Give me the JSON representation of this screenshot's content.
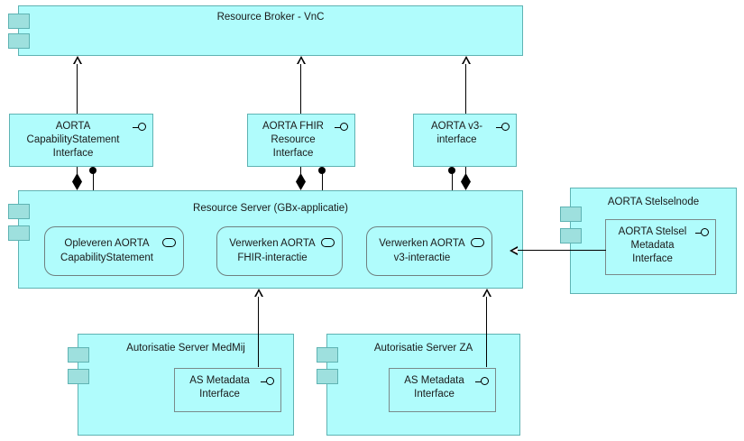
{
  "diagram": {
    "title_text": "",
    "colors": {
      "component_fill": "#b0fcfc",
      "component_border": "#5fb3b3",
      "tab_fill": "#9ee0de",
      "line": "#000000",
      "nested_border": "#7a8a8a"
    }
  },
  "components": {
    "resource_broker": {
      "label": "Resource Broker - VnC"
    },
    "resource_server": {
      "label": "Resource Server (GBx-applicatie)"
    },
    "aorta_stelselnode": {
      "label": "AORTA Stelselnode"
    },
    "autorisatie_server_medmij": {
      "label": "Autorisatie Server MedMij"
    },
    "autorisatie_server_za": {
      "label": "Autorisatie Server ZA"
    }
  },
  "interfaces": {
    "capabilitystatement": {
      "label": "AORTA\nCapabilityStatement\nInterface",
      "icon": "provided-interface-lollipop-icon"
    },
    "fhir_resource": {
      "label": "AORTA FHIR\nResource\nInterface",
      "icon": "provided-interface-lollipop-icon"
    },
    "v3": {
      "label": "AORTA v3-\ninterface",
      "icon": "provided-interface-lollipop-icon"
    },
    "stelsel_metadata": {
      "label": "AORTA Stelsel\nMetadata\nInterface",
      "icon": "provided-interface-lollipop-icon"
    },
    "as_metadata_medmij": {
      "label": "AS Metadata\nInterface",
      "icon": "provided-interface-lollipop-icon"
    },
    "as_metadata_za": {
      "label": "AS Metadata\nInterface",
      "icon": "provided-interface-lollipop-icon"
    }
  },
  "services": {
    "opleveren_capabilitystatement": {
      "label": "Opleveren AORTA\nCapabilityStatement",
      "icon": "service-rounded-rect-icon"
    },
    "verwerken_fhir": {
      "label": "Verwerken AORTA\nFHIR-interactie",
      "icon": "service-rounded-rect-icon"
    },
    "verwerken_v3": {
      "label": "Verwerken AORTA\nv3-interactie",
      "icon": "service-rounded-rect-icon"
    }
  },
  "connectors": [
    {
      "name": "capabilitystatement-to-broker",
      "type": "usage-arrow-up"
    },
    {
      "name": "fhir-interface-to-broker",
      "type": "usage-arrow-up"
    },
    {
      "name": "v3-interface-to-broker",
      "type": "usage-arrow-up"
    },
    {
      "name": "capabilitystatement-composition",
      "type": "composition-diamond"
    },
    {
      "name": "fhir-interface-composition",
      "type": "composition-diamond"
    },
    {
      "name": "v3-interface-composition",
      "type": "composition-diamond"
    },
    {
      "name": "capabilitystatement-realizes-service",
      "type": "ball-to-solid-arrow"
    },
    {
      "name": "fhir-realizes-service",
      "type": "ball-to-solid-arrow"
    },
    {
      "name": "v3-realizes-service",
      "type": "ball-to-solid-arrow"
    },
    {
      "name": "stelsel-metadata-to-resource-server",
      "type": "usage-arrow-left"
    },
    {
      "name": "medmij-as-metadata-to-resource-server",
      "type": "usage-arrow-up"
    },
    {
      "name": "za-as-metadata-to-resource-server",
      "type": "usage-arrow-up"
    }
  ]
}
